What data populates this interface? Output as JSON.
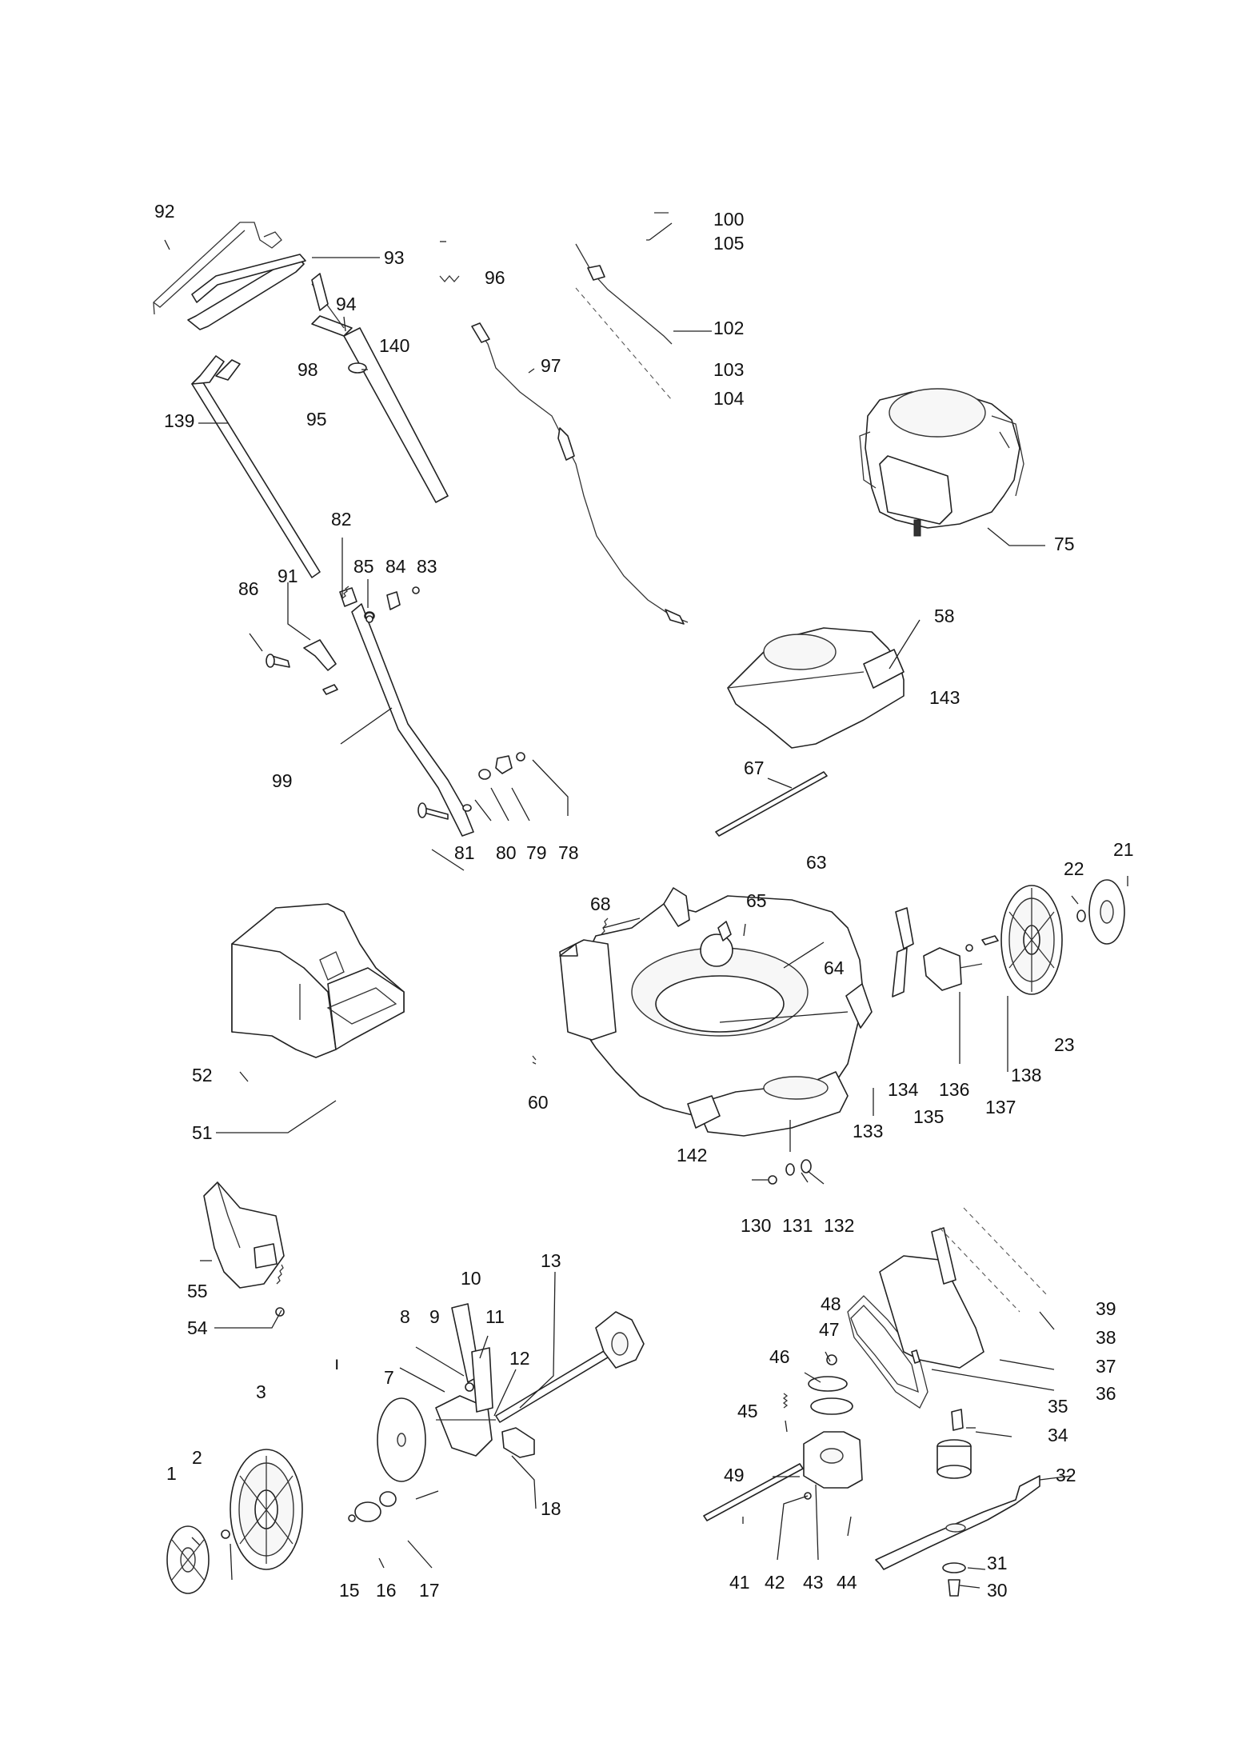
{
  "diagram": {
    "part_labels": [
      "1",
      "2",
      "3",
      "7",
      "8",
      "9",
      "10",
      "11",
      "12",
      "13",
      "15",
      "16",
      "17",
      "18",
      "21",
      "22",
      "23",
      "30",
      "31",
      "32",
      "34",
      "35",
      "36",
      "37",
      "38",
      "39",
      "41",
      "42",
      "43",
      "44",
      "45",
      "46",
      "47",
      "48",
      "49",
      "51",
      "52",
      "54",
      "55",
      "58",
      "60",
      "63",
      "64",
      "65",
      "67",
      "68",
      "75",
      "78",
      "79",
      "80",
      "81",
      "82",
      "83",
      "84",
      "85",
      "86",
      "91",
      "92",
      "93",
      "94",
      "95",
      "96",
      "97",
      "98",
      "99",
      "100",
      "102",
      "103",
      "104",
      "105",
      "130",
      "131",
      "132",
      "133",
      "134",
      "135",
      "136",
      "137",
      "138",
      "139",
      "140",
      "142",
      "143"
    ],
    "stray_mark": "ı"
  }
}
